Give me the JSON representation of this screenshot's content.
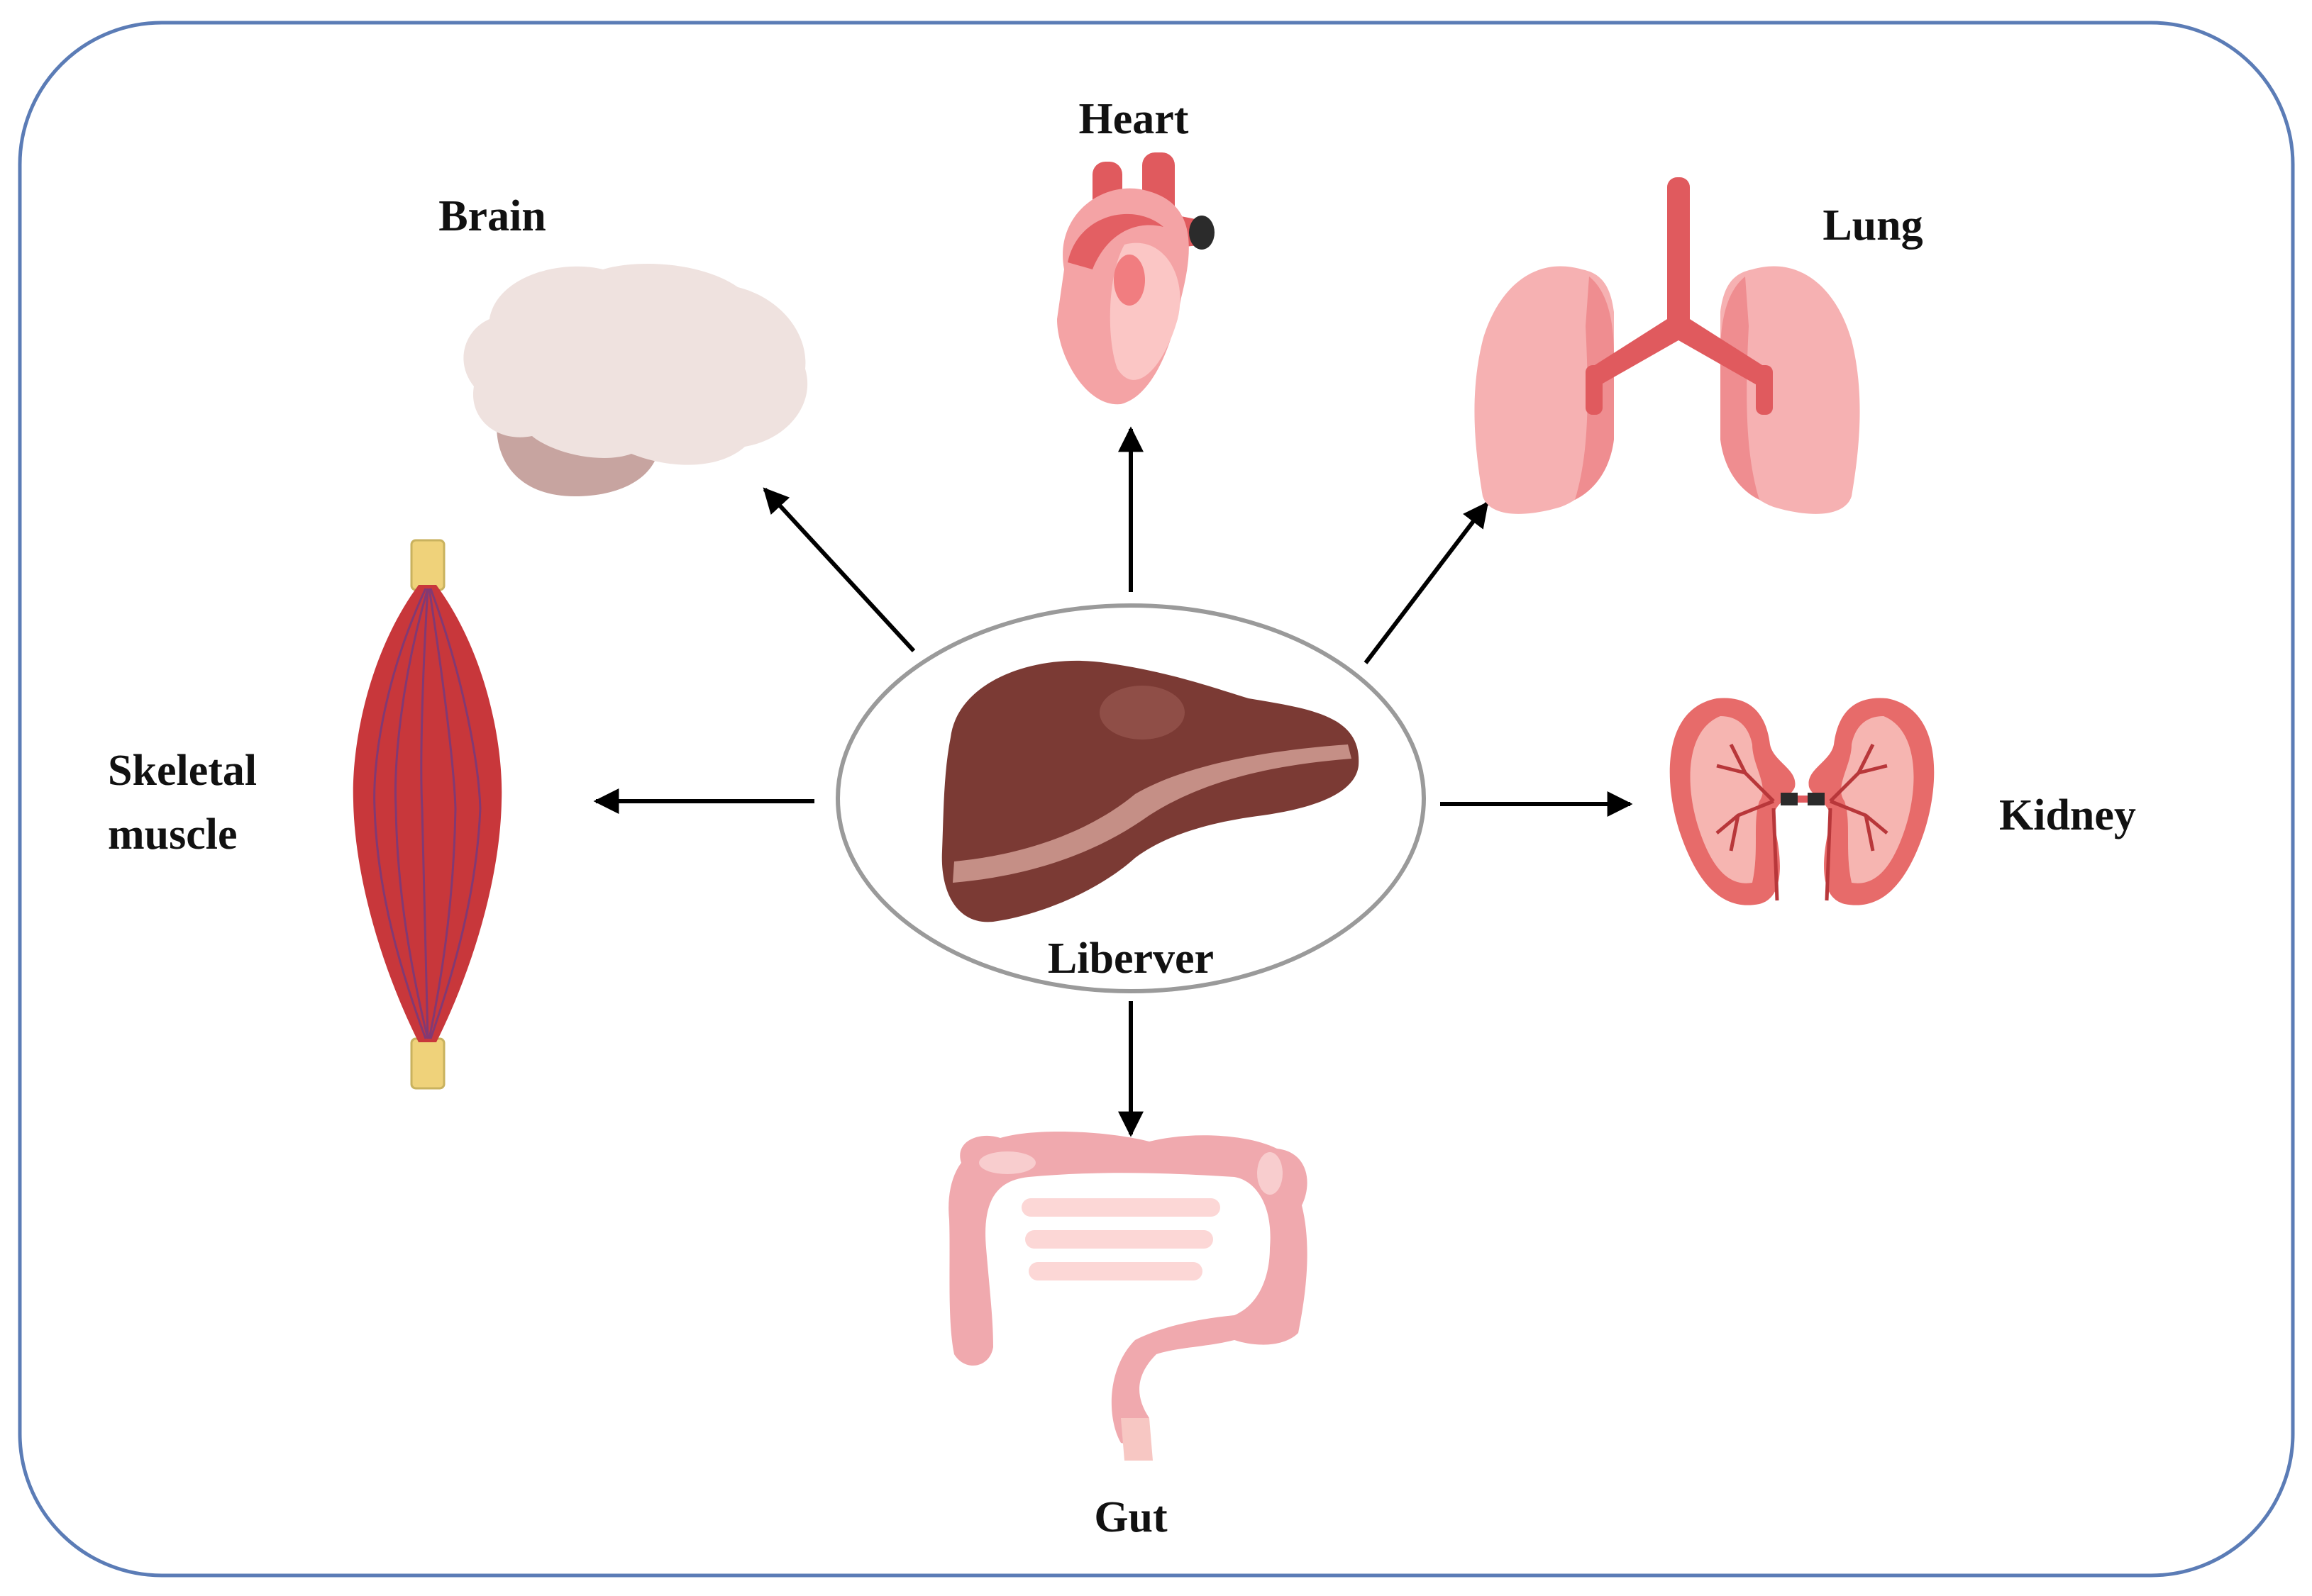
{
  "center": {
    "label": "Liberver"
  },
  "organs": {
    "heart": {
      "label": "Heart"
    },
    "brain": {
      "label": "Brain"
    },
    "lung": {
      "label": "Lung"
    },
    "muscle": {
      "label_line1": "Skeletal",
      "label_line2": "muscle"
    },
    "kidney": {
      "label": "Kidney"
    },
    "gut": {
      "label": "Gut"
    }
  },
  "colors": {
    "frame": "#5b7cb6",
    "liver": "#7b3a34",
    "heart": "#e26468",
    "brain": "#efe1df",
    "lung": "#f3a3a6",
    "muscle": "#c8373b",
    "tendon": "#efd27a",
    "kidney": "#e26a6a",
    "gut": "#f0a9ae"
  }
}
